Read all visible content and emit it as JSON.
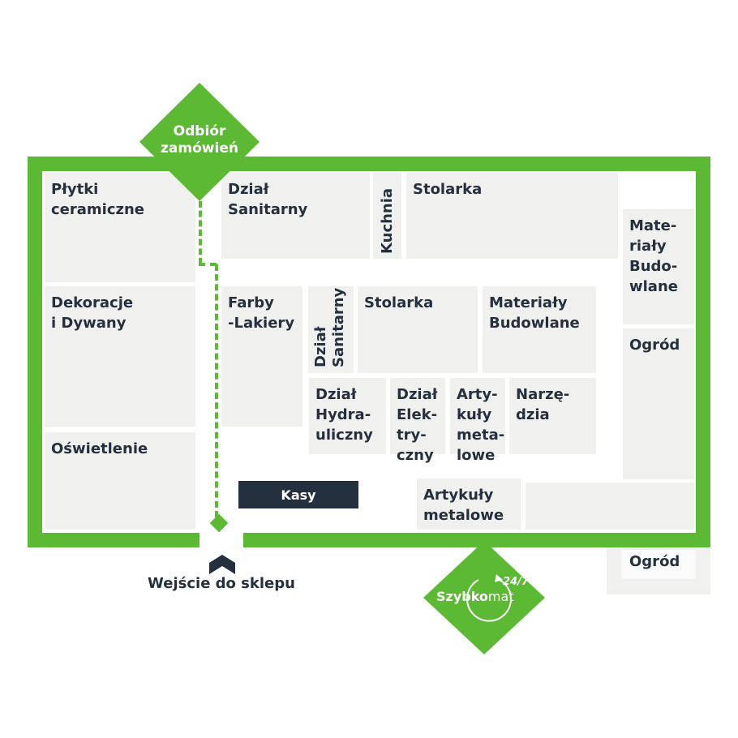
{
  "map": {
    "pickup": {
      "label": "Odbiór\nzamówień"
    },
    "entrance": {
      "label": "Wejście do sklepu"
    },
    "checkout": {
      "label": "Kasy"
    },
    "szybkomat": {
      "brand_bold": "Szybko",
      "brand_light": "mat",
      "hours": "24/7"
    },
    "departments": {
      "plytki": "Płytki\nceramiczne",
      "dekoracje": "Dekoracje\ni Dywany",
      "oswietlenie": "Oświetlenie",
      "sanitarny_top": "Dział\nSanitarny",
      "kuchnia": "Kuchnia",
      "stolarka_top": "Stolarka",
      "materialy_right": "Mate-\nriały\nBudo-\nwlane",
      "ogrod_right": "Ogród",
      "farby": "Farby\n-Lakiery",
      "sanitarny_mid": "Dział\nSanitarny",
      "stolarka_mid": "Stolarka",
      "materialy_mid": "Materiały\nBudowlane",
      "hydrauliczny": "Dział\nHydra-\nuliczny",
      "elektryczny": "Dział\nElek-\ntry-\nczny",
      "artykuly_metalowe_small": "Arty-\nkuły\nmeta-\nlowe",
      "narzedzia": "Narzę-\ndzia",
      "artykuly_metalowe": "Artykuły\nmetalowe",
      "ogrod_outside": "Ogród"
    },
    "colors": {
      "accent_green": "#5cb934",
      "navy": "#25303e",
      "block_gray": "#f0f0ef"
    }
  }
}
